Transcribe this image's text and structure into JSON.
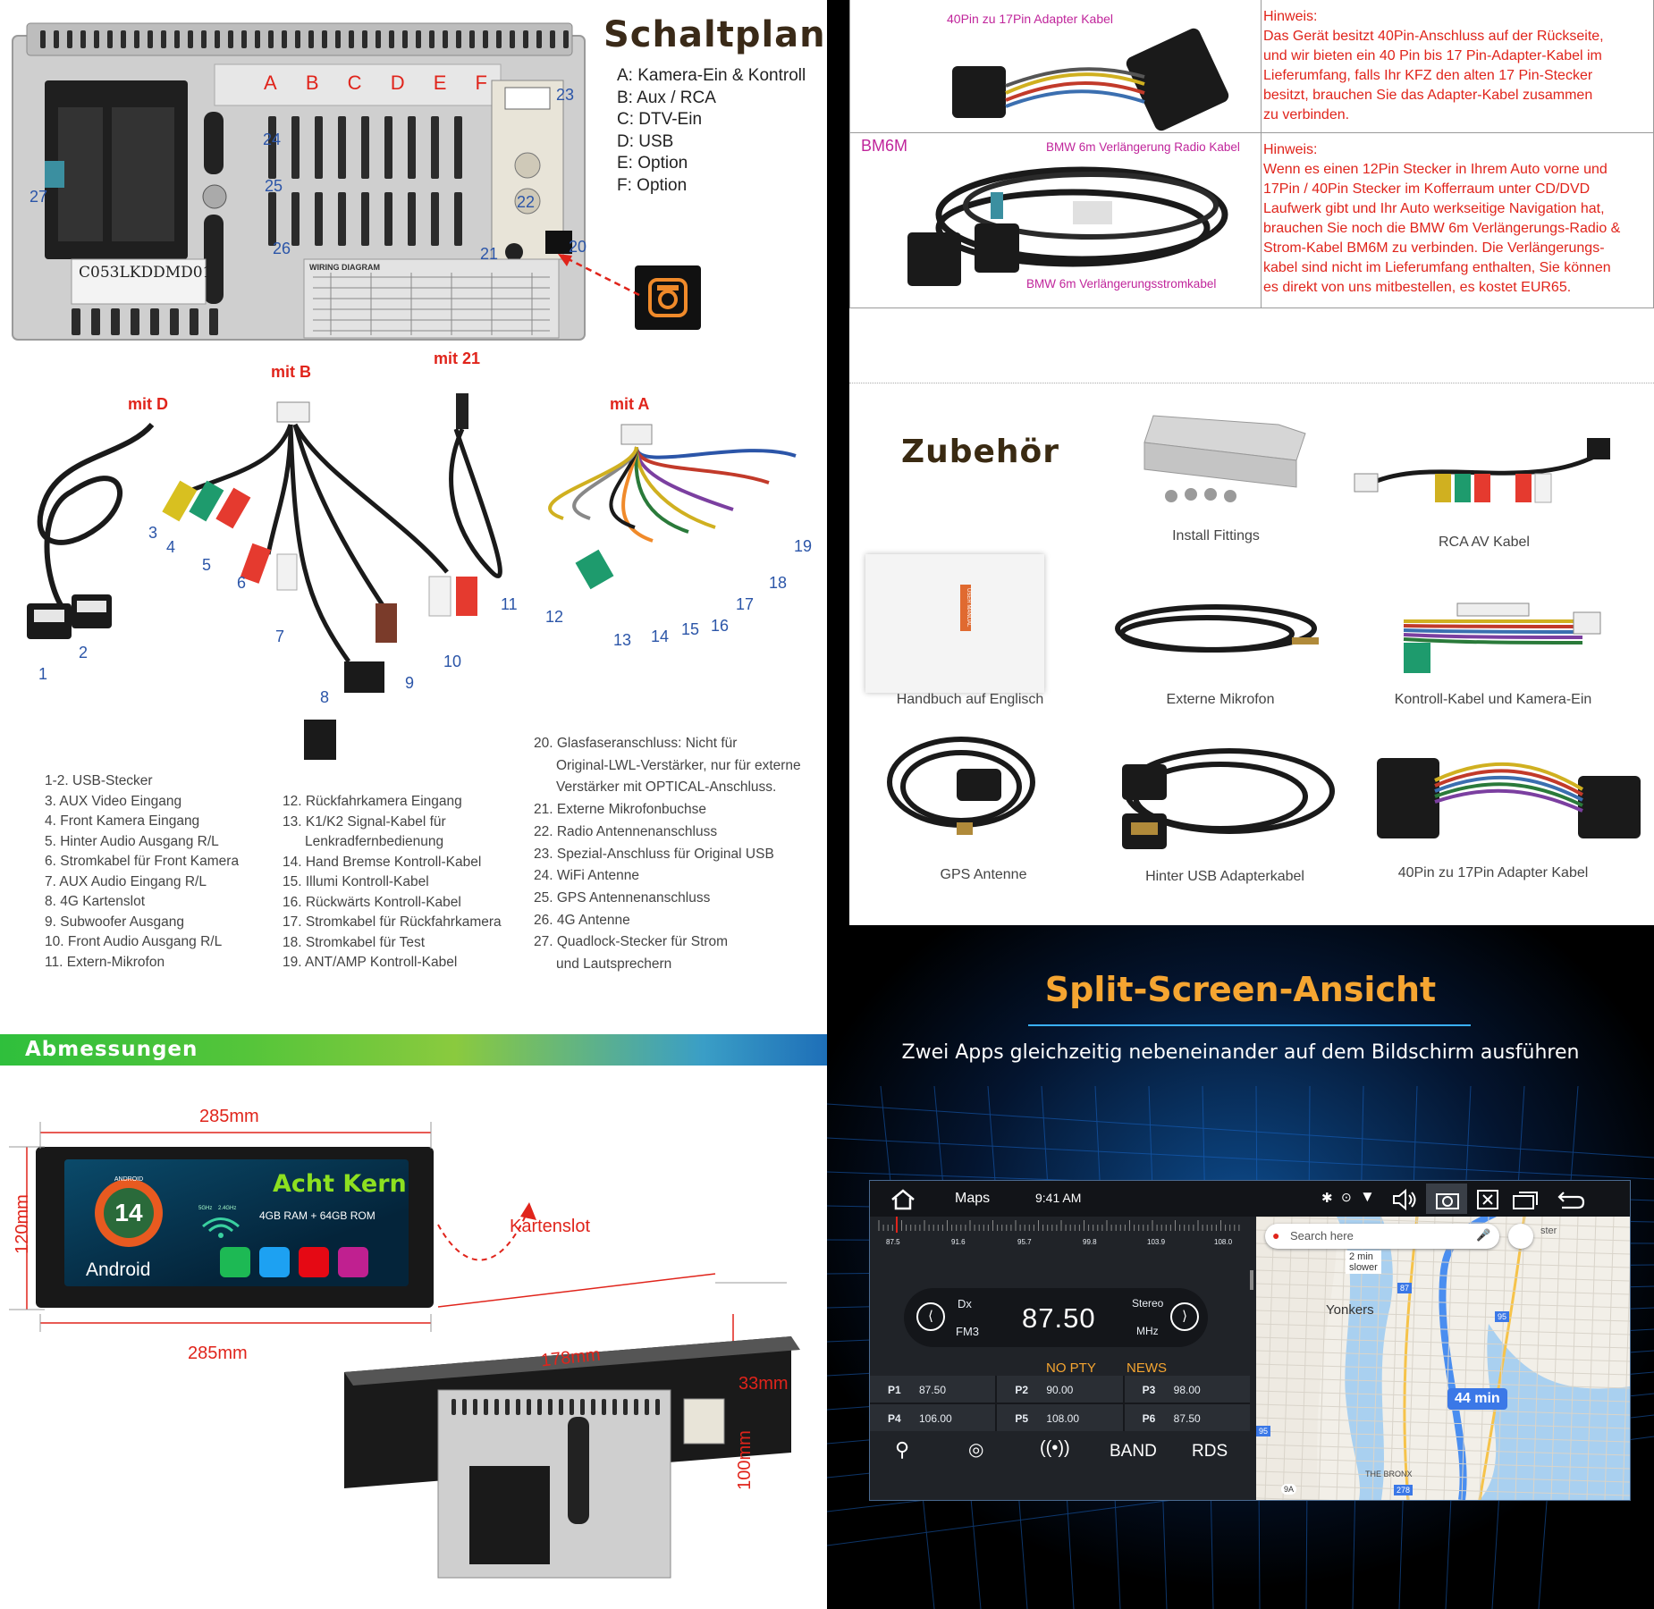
{
  "wiring": {
    "title": "Schaltplan",
    "letters": [
      "A",
      "B",
      "C",
      "D",
      "E",
      "F"
    ],
    "legend": [
      "A: Kamera-Ein & Kontroll",
      "B: Aux / RCA",
      "C: DTV-Ein",
      "D: USB",
      "E: Option",
      "F: Option"
    ],
    "port_numbers": [
      "23",
      "24",
      "25",
      "26",
      "27",
      "22",
      "21",
      "20"
    ],
    "sticker": "C053LKDDMD01",
    "diagram_label": "WIRING DIAGRAM",
    "cable_labels": [
      "mit D",
      "mit B",
      "mit 21",
      "mit A"
    ],
    "cable_numbers": [
      "1",
      "2",
      "3",
      "4",
      "5",
      "6",
      "7",
      "8",
      "9",
      "10",
      "11",
      "12",
      "13",
      "14",
      "15",
      "16",
      "17",
      "18",
      "19"
    ],
    "parts_col1": [
      "1-2. USB-Stecker",
      "3. AUX Video Eingang",
      "4. Front Kamera Eingang",
      "5. Hinter Audio Ausgang R/L",
      "6. Stromkabel für Front Kamera",
      "7. AUX Audio Eingang R/L",
      "8. 4G Kartenslot",
      "9. Subwoofer Ausgang",
      "10. Front Audio Ausgang R/L",
      "11. Extern-Mikrofon"
    ],
    "parts_col2": [
      "12. Rückfahrkamera Eingang",
      "13. K1/K2 Signal-Kabel für",
      "Lenkradfernbedienung",
      "14. Hand Bremse Kontroll-Kabel",
      "15. Illumi Kontroll-Kabel",
      "16. Rückwärts Kontroll-Kabel",
      "17. Stromkabel für Rückfahrkamera",
      "18. Stromkabel für Test",
      "19. ANT/AMP Kontroll-Kabel"
    ],
    "parts_col3": [
      "20. Glasfaseranschluss: Nicht für",
      "Original-LWL-Verstärker, nur für externe",
      "Verstärker mit OPTICAL-Anschluss.",
      "21. Externe Mikrofonbuchse",
      "22. Radio Antennenanschluss",
      "23. Spezial-Anschluss für Original USB",
      "24. WiFi Antenne",
      "25. GPS Antennenanschluss",
      "26. 4G Antenne",
      "27. Quadlock-Stecker für Strom",
      "und Lautsprechern"
    ]
  },
  "adapters": {
    "row1_label": "40Pin zu 17Pin Adapter Kabel",
    "row1_hint": [
      "Hinweis:",
      "Das Gerät besitzt 40Pin-Anschluss auf der Rückseite,",
      "und wir bieten ein 40 Pin bis 17 Pin-Adapter-Kabel im",
      "Lieferumfang, falls Ihr KFZ den alten 17 Pin-Stecker",
      "besitzt, brauchen Sie das Adapter-Kabel zusammen",
      "zu verbinden."
    ],
    "row2_code": "BM6M",
    "row2_label_top": "BMW 6m Verlängerung Radio Kabel",
    "row2_label_bottom": "BMW 6m Verlängerungsstromkabel",
    "row2_hint": [
      "Hinweis:",
      "Wenn es einen 12Pin Stecker in Ihrem Auto vorne und",
      "17Pin / 40Pin Stecker im Kofferraum unter CD/DVD",
      "Laufwerk gibt und Ihr Auto werkseitige Navigation hat,",
      "brauchen Sie noch die BMW 6m Verlängerungs-Radio &",
      "Strom-Kabel BM6M zu verbinden. Die Verlängerungs-",
      "kabel sind nicht im Lieferumfang enthalten, Sie können",
      "es direkt von uns mitbestellen, es kostet EUR65."
    ]
  },
  "accessories": {
    "title": "Zubehör",
    "items": [
      "Install Fittings",
      "RCA AV Kabel",
      "Handbuch auf Englisch",
      "Externe Mikrofon",
      "Kontroll-Kabel und Kamera-Ein",
      "GPS Antenne",
      "Hinter USB Adapterkabel",
      "40Pin zu 17Pin Adapter Kabel"
    ],
    "manual_label": "USER MANUAL"
  },
  "dimensions": {
    "title": "Abmessungen",
    "width_top": "285mm",
    "width_bottom": "285mm",
    "height": "120mm",
    "depth": "178mm",
    "bracket": "33mm",
    "rear_height": "100mm",
    "card_slot": "Kartenslot",
    "android_version": "14",
    "android_label": "Android",
    "android_ring": "ANDROID",
    "cores": "Acht Kern",
    "memory": "4GB RAM + 64GB ROM",
    "wifi_bands": [
      "5GHz",
      "2.4GHz"
    ]
  },
  "splitscreen": {
    "title": "Split-Screen-Ansicht",
    "subtitle": "Zwei Apps gleichzeitig nebeneinander auf dem Bildschirm ausführen",
    "status": {
      "app": "Maps",
      "time": "9:41 AM"
    },
    "radio": {
      "scale": [
        "87.5",
        "91.6",
        "95.7",
        "99.8",
        "103.9",
        "108.0"
      ],
      "dx": "Dx",
      "band": "FM3",
      "frequency": "87.50",
      "stereo": "Stereo",
      "unit": "MHz",
      "flags": [
        "NO PTY",
        "NEWS"
      ],
      "presets": [
        {
          "id": "P1",
          "freq": "87.50"
        },
        {
          "id": "P2",
          "freq": "90.00"
        },
        {
          "id": "P3",
          "freq": "98.00"
        },
        {
          "id": "P4",
          "freq": "106.00"
        },
        {
          "id": "P5",
          "freq": "108.00"
        },
        {
          "id": "P6",
          "freq": "87.50"
        }
      ],
      "bottom": [
        "BAND",
        "RDS"
      ]
    },
    "map": {
      "search": "Search here",
      "corner": "ster",
      "slower": [
        "2 min",
        "slower"
      ],
      "city": "Yonkers",
      "district": "THE BRONX",
      "eta": "44 min",
      "shields": [
        "87",
        "95",
        "278",
        "9A",
        "95"
      ]
    }
  }
}
